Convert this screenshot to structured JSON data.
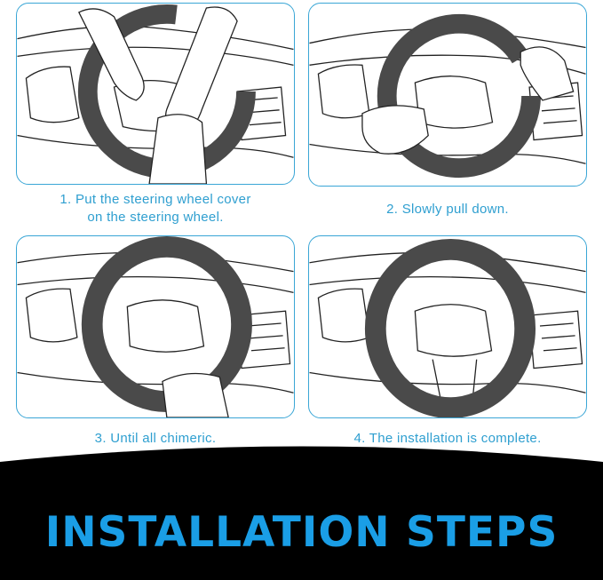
{
  "steps": [
    {
      "caption_line1": "1. Put the steering wheel cover",
      "caption_line2": "on the steering wheel."
    },
    {
      "caption_line1": "2. Slowly pull down.",
      "caption_line2": ""
    },
    {
      "caption_line1": "3. Until all chimeric.",
      "caption_line2": ""
    },
    {
      "caption_line1": "4. The installation is complete.",
      "caption_line2": ""
    }
  ],
  "banner": {
    "title": "INSTALLATION STEPS"
  },
  "colors": {
    "frame": "#3aa6d6",
    "caption": "#2f9fd0",
    "title": "#1a9ee6",
    "banner_bg": "#000000",
    "cover": "#4a4a4a"
  }
}
